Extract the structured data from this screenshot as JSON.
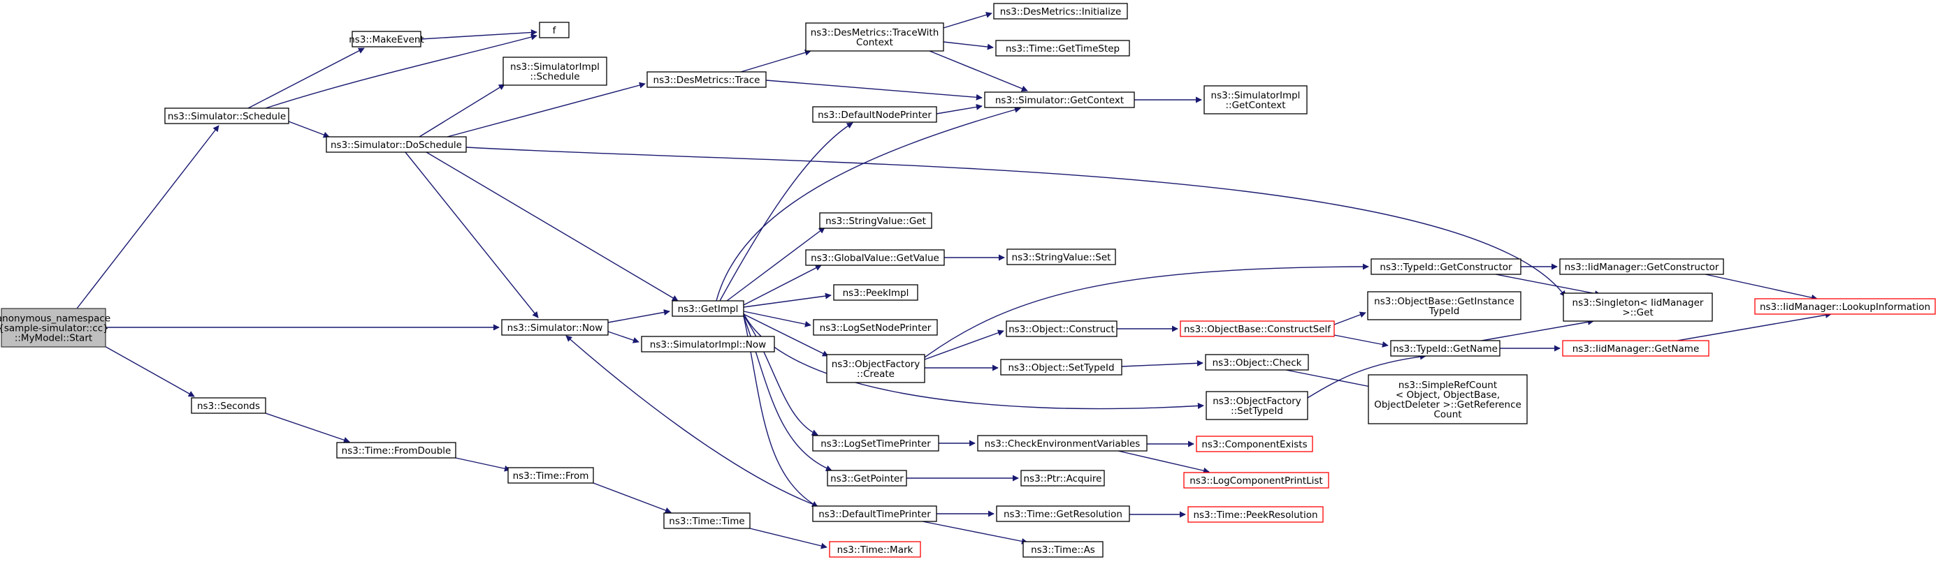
{
  "colors": {
    "edge": "#191970",
    "border": "#000000",
    "truncated_border": "#ff0000",
    "root_fill": "#bfbfbf",
    "background": "#ffffff"
  },
  "nodes": {
    "root": [
      "anonymous_namespace",
      "{sample-simulator::cc}",
      "::MyModel::Start"
    ],
    "sim_schedule": [
      "ns3::Simulator::Schedule"
    ],
    "make_event": [
      "ns3::MakeEvent"
    ],
    "f": [
      "f"
    ],
    "simimpl_schedule": [
      "ns3::SimulatorImpl",
      "::Schedule"
    ],
    "sim_doschedule": [
      "ns3::Simulator::DoSchedule"
    ],
    "des_trace": [
      "ns3::DesMetrics::Trace"
    ],
    "des_trace_ctx": [
      "ns3::DesMetrics::TraceWith",
      "Context"
    ],
    "des_init": [
      "ns3::DesMetrics::Initialize"
    ],
    "time_gettimestep": [
      "ns3::Time::GetTimeStep"
    ],
    "sim_getcontext": [
      "ns3::Simulator::GetContext"
    ],
    "simimpl_getcontext": [
      "ns3::SimulatorImpl",
      "::GetContext"
    ],
    "default_node_printer": [
      "ns3::DefaultNodePrinter"
    ],
    "stringvalue_get": [
      "ns3::StringValue::Get"
    ],
    "globalvalue_getvalue": [
      "ns3::GlobalValue::GetValue"
    ],
    "stringvalue_set": [
      "ns3::StringValue::Set"
    ],
    "peekimpl": [
      "ns3::PeekImpl"
    ],
    "getimpl": [
      "ns3::GetImpl"
    ],
    "sim_now": [
      "ns3::Simulator::Now"
    ],
    "simimpl_now": [
      "ns3::SimulatorImpl::Now"
    ],
    "log_set_node_printer": [
      "ns3::LogSetNodePrinter"
    ],
    "objfactory_create": [
      "ns3::ObjectFactory",
      "::Create"
    ],
    "object_construct": [
      "ns3::Object::Construct"
    ],
    "objbase_constructself": [
      "ns3::ObjectBase::ConstructSelf"
    ],
    "objbase_getinstancetypeid": [
      "ns3::ObjectBase::GetInstance",
      "TypeId"
    ],
    "typeid_getconstructor": [
      "ns3::TypeId::GetConstructor"
    ],
    "iidmgr_getconstructor": [
      "ns3::IidManager::GetConstructor"
    ],
    "singleton_get": [
      "ns3::Singleton< IidManager",
      " >::Get"
    ],
    "iidmgr_lookup": [
      "ns3::IidManager::LookupInformation"
    ],
    "typeid_getname": [
      "ns3::TypeId::GetName"
    ],
    "iidmgr_getname": [
      "ns3::IidManager::GetName"
    ],
    "object_settypeid": [
      "ns3::Object::SetTypeId"
    ],
    "object_check": [
      "ns3::Object::Check"
    ],
    "simplerefcount": [
      "ns3::SimpleRefCount",
      "< Object, ObjectBase,",
      " ObjectDeleter >::GetReference",
      "Count"
    ],
    "objfactory_settypeid": [
      "ns3::ObjectFactory",
      "::SetTypeId"
    ],
    "seconds": [
      "ns3::Seconds"
    ],
    "time_fromdouble": [
      "ns3::Time::FromDouble"
    ],
    "time_from": [
      "ns3::Time::From"
    ],
    "time_time": [
      "ns3::Time::Time"
    ],
    "time_mark": [
      "ns3::Time::Mark"
    ],
    "log_set_time_printer": [
      "ns3::LogSetTimePrinter"
    ],
    "check_env_vars": [
      "ns3::CheckEnvironmentVariables"
    ],
    "component_exists": [
      "ns3::ComponentExists"
    ],
    "log_component_printlist": [
      "ns3::LogComponentPrintList"
    ],
    "getpointer": [
      "ns3::GetPointer"
    ],
    "ptr_acquire": [
      "ns3::Ptr::Acquire"
    ],
    "default_time_printer": [
      "ns3::DefaultTimePrinter"
    ],
    "time_getresolution": [
      "ns3::Time::GetResolution"
    ],
    "time_peekresolution": [
      "ns3::Time::PeekResolution"
    ],
    "time_as": [
      "ns3::Time::As"
    ]
  }
}
